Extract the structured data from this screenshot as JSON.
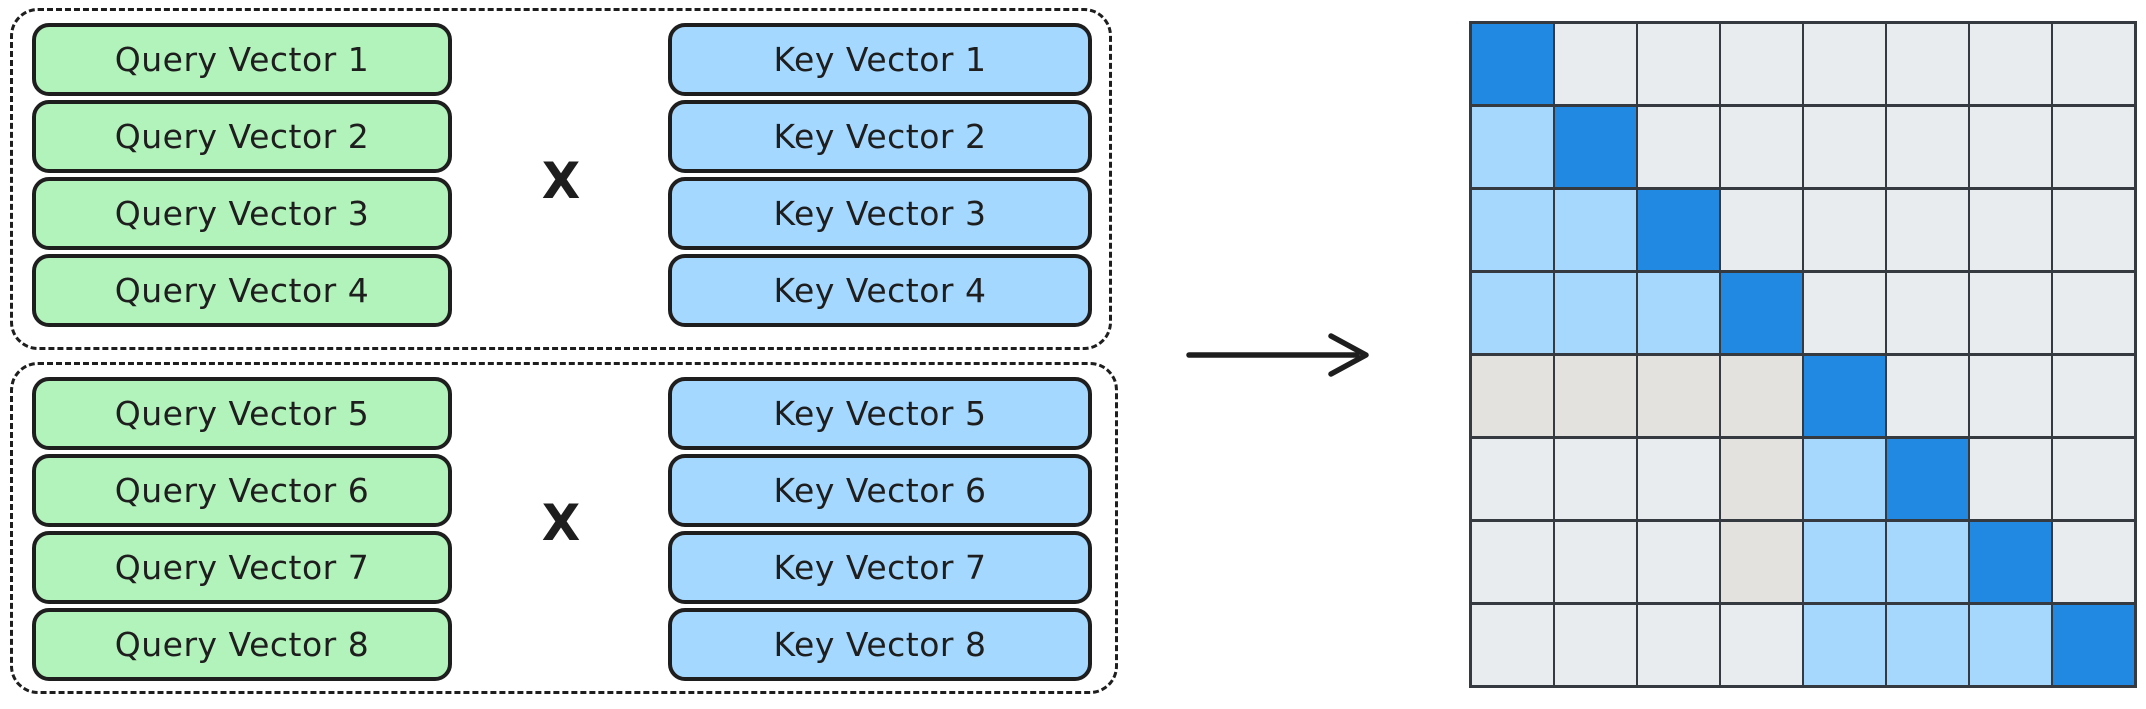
{
  "groups": [
    {
      "queries": [
        "Query Vector 1",
        "Query Vector 2",
        "Query Vector 3",
        "Query Vector 4"
      ],
      "operator": "X",
      "keys": [
        "Key Vector 1",
        "Key Vector 2",
        "Key Vector 3",
        "Key Vector 4"
      ]
    },
    {
      "queries": [
        "Query Vector 5",
        "Query Vector 6",
        "Query Vector 7",
        "Query Vector 8"
      ],
      "operator": "X",
      "keys": [
        "Key Vector 5",
        "Key Vector 6",
        "Key Vector 7",
        "Key Vector 8"
      ]
    }
  ],
  "icons": {
    "arrow": "right-arrow"
  },
  "matrix": {
    "rows": 8,
    "cols": 8,
    "colors": {
      "d": "#2289e2",
      "l": "#a5d8fc",
      "g": "#e9ecef",
      "w": "#e4e2df"
    },
    "legend": {
      "d": "dark-blue diagonal cell",
      "l": "light-blue attended cell",
      "g": "light-gray cell",
      "w": "warm-gray cell"
    },
    "cells": [
      [
        "d",
        "g",
        "g",
        "g",
        "g",
        "g",
        "g",
        "g"
      ],
      [
        "l",
        "d",
        "g",
        "g",
        "g",
        "g",
        "g",
        "g"
      ],
      [
        "l",
        "l",
        "d",
        "g",
        "g",
        "g",
        "g",
        "g"
      ],
      [
        "l",
        "l",
        "l",
        "d",
        "g",
        "g",
        "g",
        "g"
      ],
      [
        "w",
        "w",
        "w",
        "w",
        "d",
        "g",
        "g",
        "g"
      ],
      [
        "g",
        "g",
        "g",
        "w",
        "l",
        "d",
        "g",
        "g"
      ],
      [
        "g",
        "g",
        "g",
        "w",
        "l",
        "l",
        "d",
        "g"
      ],
      [
        "g",
        "g",
        "g",
        "g",
        "l",
        "l",
        "l",
        "d"
      ]
    ]
  },
  "styles": {
    "query_fill": "#b2f2bb",
    "key_fill": "#a5d8ff",
    "stroke": "#1e1e1e",
    "grid_line": "#343a40"
  }
}
